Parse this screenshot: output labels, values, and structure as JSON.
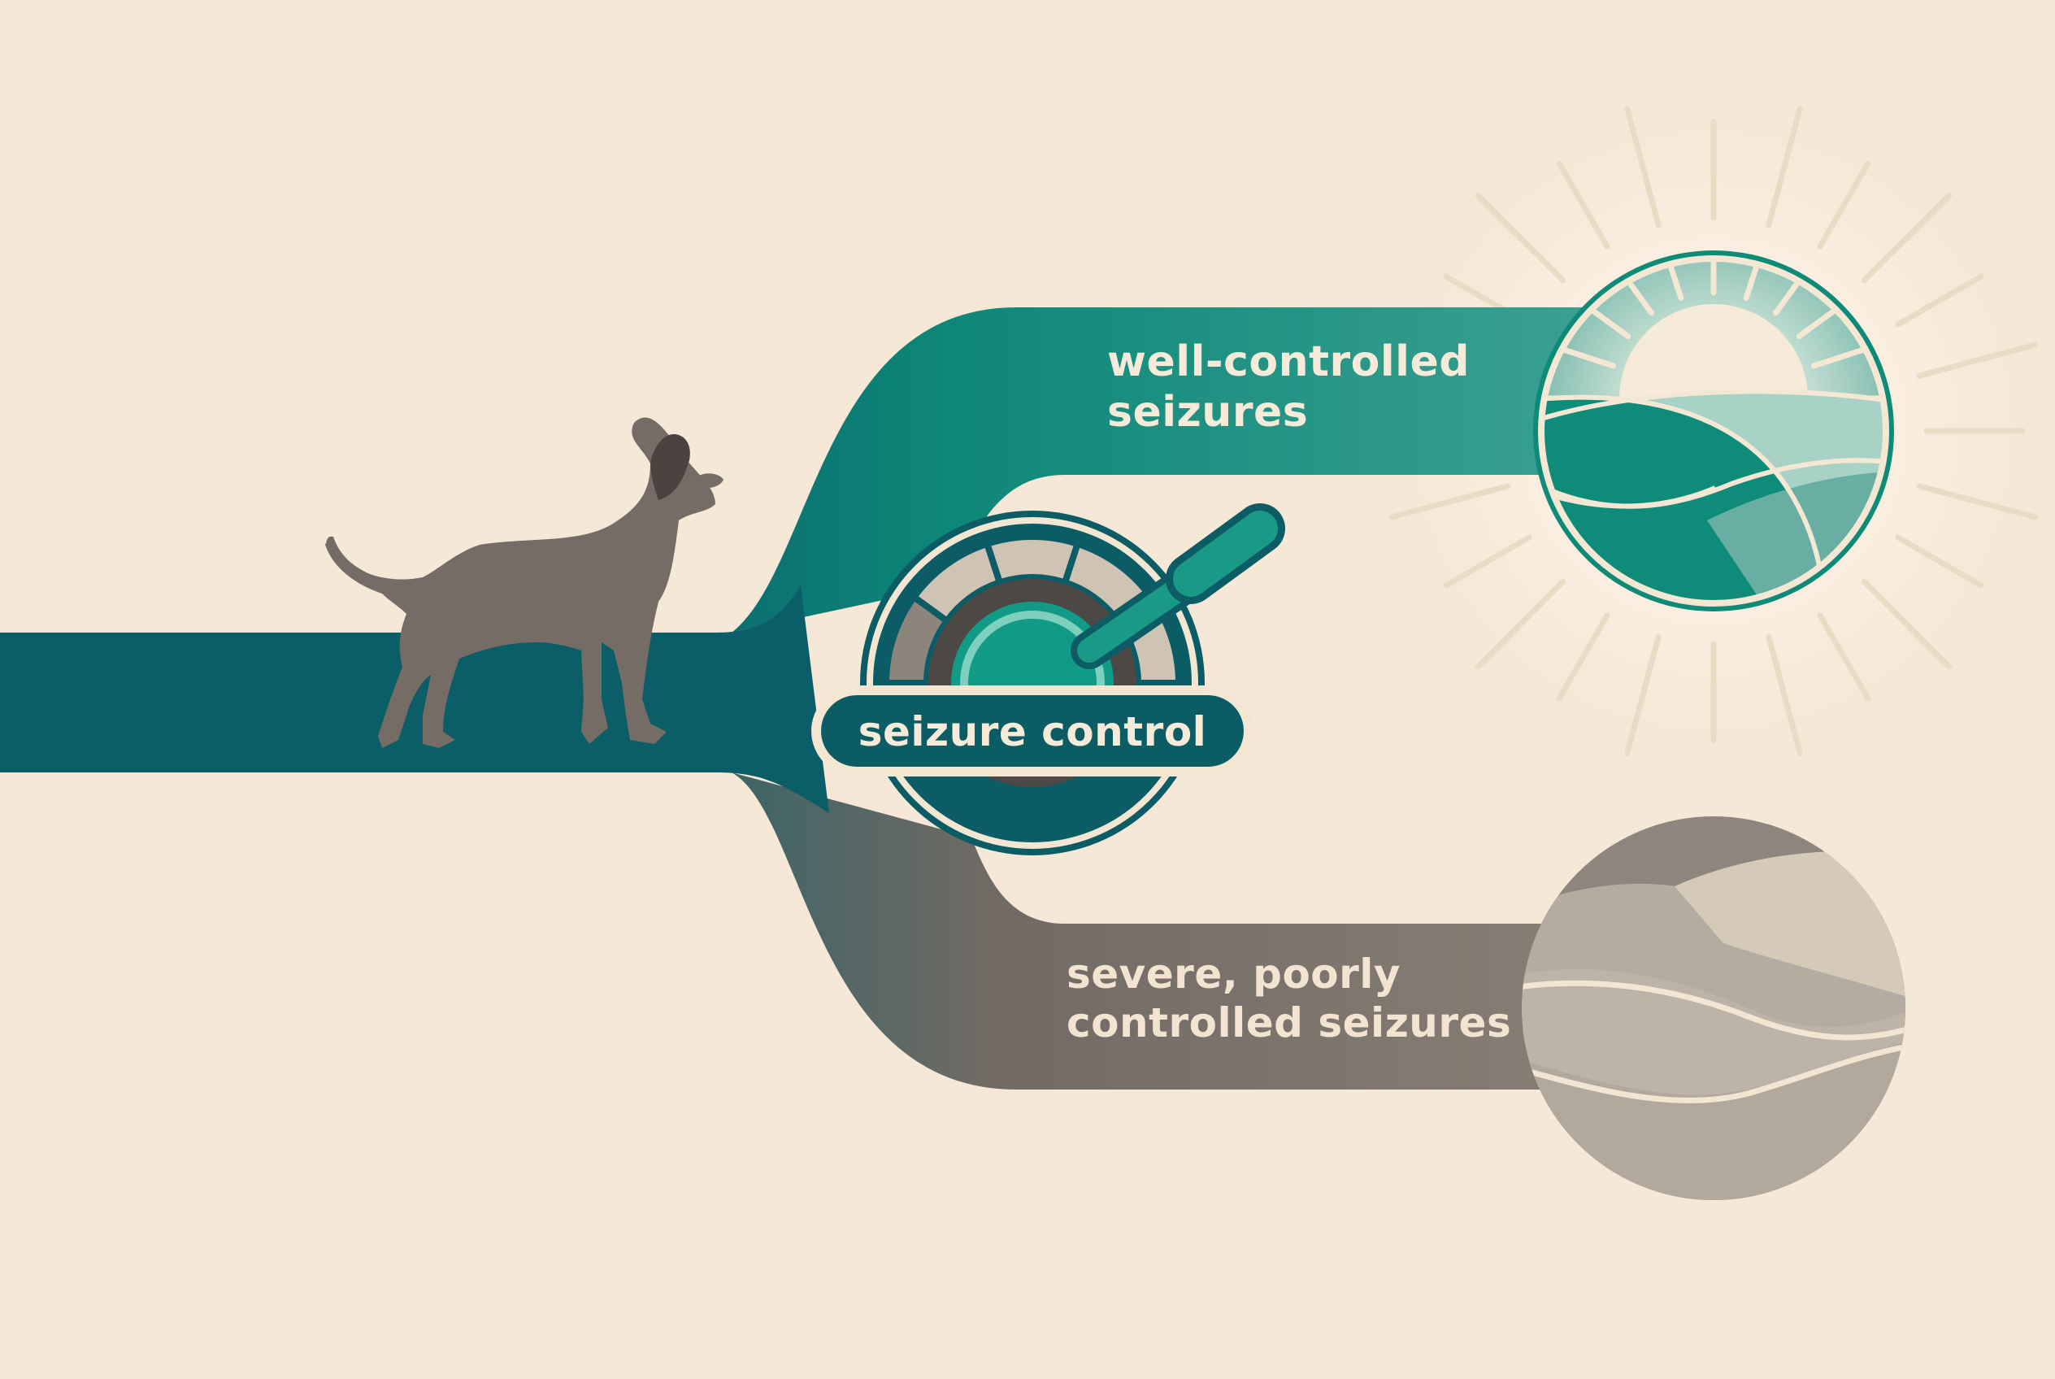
{
  "branches": {
    "well_controlled": {
      "line1": "well-controlled",
      "line2": "seizures"
    },
    "poorly_controlled": {
      "line1": "severe, poorly",
      "line2": "controlled seizures"
    }
  },
  "control": {
    "label": "seizure control"
  },
  "icons": {
    "subject": "dog-icon",
    "regulator": "dial-lever-icon",
    "good_outcome": "sunrise-landscape-icon",
    "bad_outcome": "cloudy-landscape-icon"
  },
  "colors": {
    "background": "#f5e8d6",
    "main_path": "#0b5d68",
    "good_path": "#0d8a78",
    "bad_path": "#7e736a",
    "dog": "#766c66"
  }
}
